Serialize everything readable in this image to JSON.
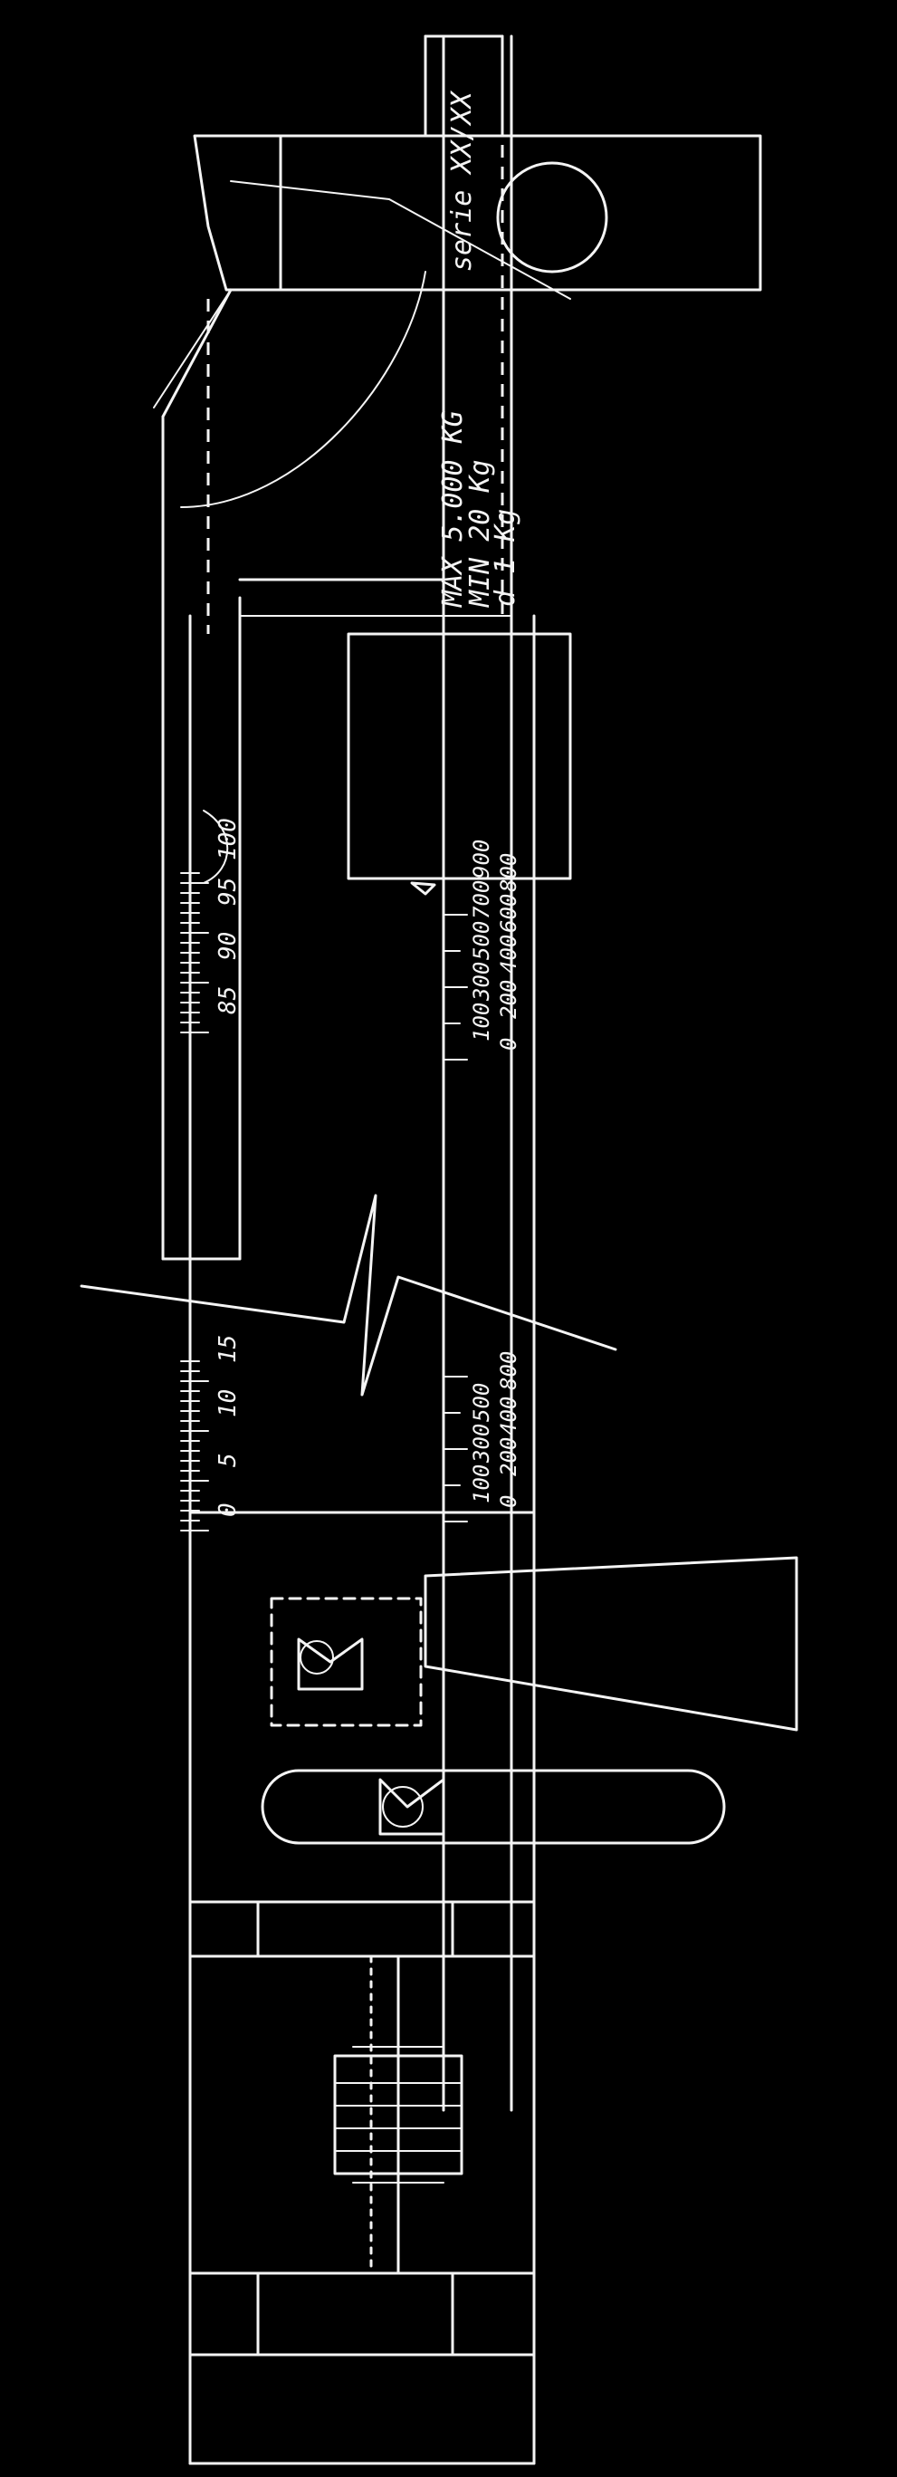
{
  "capacity_label": {
    "max_line": "MAX 5.000 KG",
    "min_line": "MIN 20 Kg",
    "division_line": "d 1 Kg",
    "serial_line": "serie XX/XX"
  },
  "vernier_scale": {
    "near_end_labels": [
      "0",
      "5",
      "10",
      "15"
    ],
    "far_end_labels": [
      "85",
      "90",
      "95",
      "100"
    ]
  },
  "weight_scale": {
    "near_end_top": [
      "100",
      "300",
      "500"
    ],
    "near_end_bottom": [
      "0",
      "200",
      "400",
      "800"
    ],
    "far_end_top": [
      "100",
      "300",
      "500",
      "700",
      "900"
    ],
    "far_end_bottom": [
      "0",
      "200",
      "400",
      "600",
      "800"
    ]
  },
  "colors": {
    "background": "#000000",
    "line": "#f4f4f4"
  }
}
